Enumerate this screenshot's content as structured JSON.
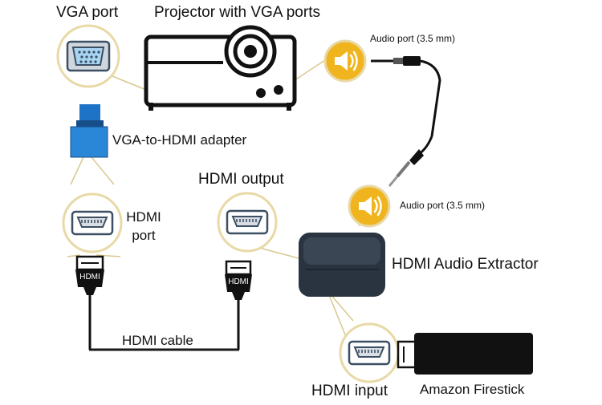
{
  "labels": {
    "vga_port": "VGA port",
    "projector": "Projector with VGA ports",
    "audio_port_top": "Audio port (3.5 mm)",
    "vga_hdmi_adapter": "VGA-to-HDMI adapter",
    "hdmi_output": "HDMI output",
    "hdmi_port_line1": "HDMI",
    "hdmi_port_line2": "port",
    "audio_port_bottom": "Audio port (3.5 mm)",
    "hdmi_audio_extractor": "HDMI Audio Extractor",
    "hdmi_cable": "HDMI cable",
    "hdmi_input": "HDMI input",
    "amazon_firestick": "Amazon Firestick",
    "plug_text_left": "HDMI",
    "plug_text_right": "HDMI"
  },
  "colors": {
    "callout_ring": "#e8d9a6",
    "callout_line": "#d9c88f",
    "audio_fill": "#f0b51e",
    "vga_blue": "#1f73c6",
    "extractor": "#2a3440",
    "cable": "#1a1a1a"
  },
  "icons": [
    "vga-port-icon",
    "projector-icon",
    "speaker-icon",
    "hdmi-port-icon",
    "hdmi-plug-icon",
    "audio-jack-icon",
    "vga-hdmi-adapter-icon",
    "hdmi-audio-extractor-icon",
    "firestick-icon"
  ]
}
